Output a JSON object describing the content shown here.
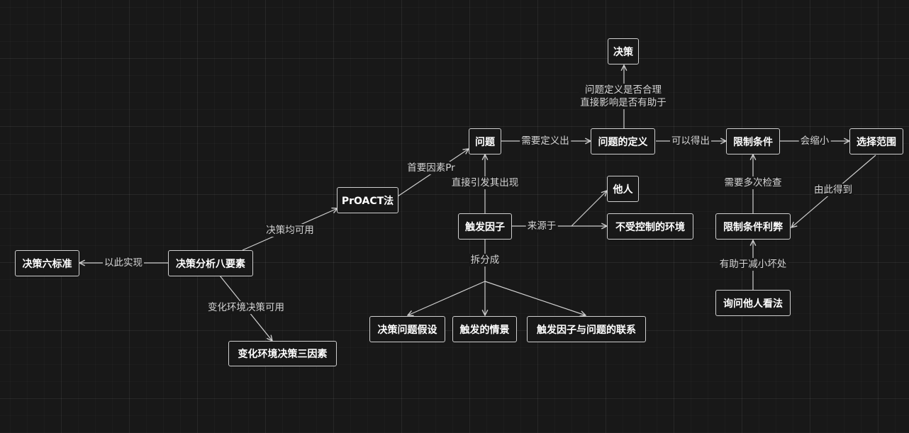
{
  "nodes": {
    "decision": "决策",
    "problem": "问题",
    "problem_definition": "问题的定义",
    "constraints": "限制条件",
    "choice_range": "选择范围",
    "proact": "PrOACT法",
    "others": "他人",
    "uncontrolled_env": "不受控制的环境",
    "trigger": "触发因子",
    "constraint_pros_cons": "限制条件利弊",
    "six_criteria": "决策六标准",
    "eight_elements": "决策分析八要素",
    "ask_others": "询问他人看法",
    "problem_assumption": "决策问题假设",
    "trigger_situation": "触发的情景",
    "trigger_problem_link": "触发因子与问题的联系",
    "change_env_three": "变化环境决策三因素"
  },
  "edge_labels": {
    "definition_to_decision_1": "问题定义是否合理",
    "definition_to_decision_2": "直接影响是否有助于",
    "problem_to_definition": "需要定义出",
    "definition_to_constraints": "可以得出",
    "constraints_to_range": "会缩小",
    "proact_to_problem": "首要因素Pr",
    "trigger_to_problem": "直接引发其出现",
    "pros_cons_to_constraints": "需要多次检查",
    "range_to_pros_cons": "由此得到",
    "eight_to_proact": "决策均可用",
    "trigger_source": "来源于",
    "trigger_split": "拆分成",
    "eight_to_six": "以此实现",
    "ask_to_pros_cons": "有助于减小坏处",
    "eight_to_change_env": "变化环境决策可用"
  },
  "colors": {
    "background": "#181818",
    "node_border": "#cfcfcf",
    "node_text": "#ffffff",
    "edge": "#cfcfcf",
    "edge_label_text": "#d4d4d4"
  }
}
